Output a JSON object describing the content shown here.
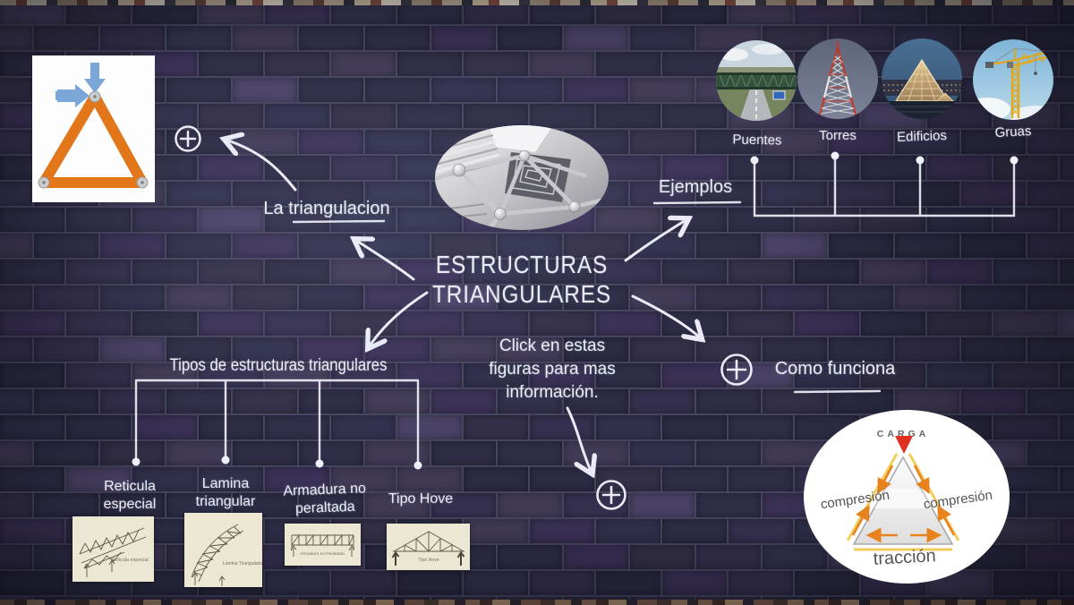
{
  "title": {
    "line1": "ESTRUCTURAS",
    "line2": "TRIANGULARES"
  },
  "triangulacion": {
    "label": "La triangulacion"
  },
  "ejemplos": {
    "label": "Ejemplos",
    "items": [
      {
        "label": "Puentes"
      },
      {
        "label": "Torres"
      },
      {
        "label": "Edificios"
      },
      {
        "label": "Gruas"
      }
    ]
  },
  "hint": {
    "line1": "Click en estas",
    "line2": "figuras para mas",
    "line3": "información."
  },
  "como_funciona": {
    "label": "Como funciona",
    "diagram": {
      "carga": "CARGA",
      "izquierda": "compresión",
      "derecha": "compresión",
      "abajo": "tracción"
    }
  },
  "tipos": {
    "label": "Tipos de estructuras triangulares",
    "items": [
      {
        "line1": "Reticula",
        "line2": "especial",
        "caption": "Reticula especial"
      },
      {
        "line1": "Lamina",
        "line2": "triangular",
        "caption": "Lámina Triangulada"
      },
      {
        "line1": "Armadura no",
        "line2": "peraltada",
        "caption": "Armadura no Peraltada"
      },
      {
        "line1": "Tipo Hove",
        "line2": "",
        "caption": "Tipo Hove"
      }
    ]
  },
  "icons": {
    "zoom_plus": "+"
  },
  "colors": {
    "chalk": "#e9ecf6",
    "accent_orange": "#e2761b",
    "arrow_blue": "#7aa7d8",
    "diagram_orange": "#e8821e",
    "diagram_red": "#e03020",
    "wall_base": "#2e2e4a"
  }
}
